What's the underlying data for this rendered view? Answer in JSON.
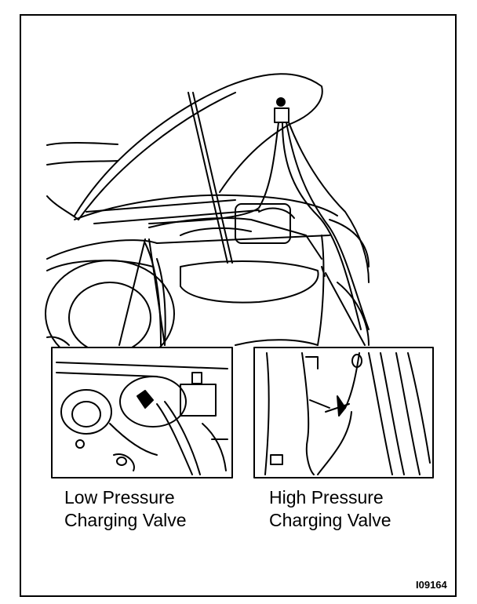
{
  "captions": {
    "low_line1": "Low Pressure",
    "low_line2": "Charging Valve",
    "high_line1": "High Pressure",
    "high_line2": "Charging Valve"
  },
  "figure_id": "I09164",
  "colors": {
    "ink": "#000000",
    "paper": "#ffffff"
  }
}
